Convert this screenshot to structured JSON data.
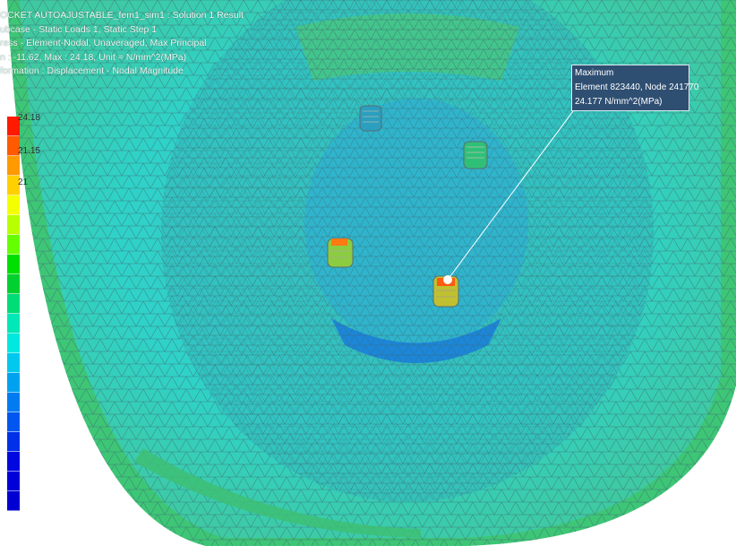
{
  "header": {
    "lines": [
      "OCKET AUTOAJUSTABLE_fem1_sim1 : Solution 1 Result",
      "ubcase - Static Loads 1, Static Step 1",
      "ress - Element-Nodal, Unaveraged, Max Principal",
      "n : -11.62, Max : 24.18, Unit = N/mm^2(MPa)",
      "formation : Displacement - Nodal Magnitude"
    ]
  },
  "legend": {
    "colors": [
      "#ff1a00",
      "#ff5a00",
      "#ff9a00",
      "#ffd000",
      "#f4ff00",
      "#b8ff00",
      "#66ff00",
      "#00e000",
      "#00d030",
      "#00dc78",
      "#00e8b8",
      "#00e8e0",
      "#00c8ee",
      "#00a2f0",
      "#007cf0",
      "#0056ee",
      "#0030e8",
      "#0008e0",
      "#0000d8",
      "#0000d2"
    ],
    "labels": [
      "24.18",
      "21.15",
      "21"
    ]
  },
  "callout": {
    "title": "Maximum",
    "element_node": "Element 823440, Node 241770",
    "value": "24.177 N/mm^2(MPa)"
  }
}
